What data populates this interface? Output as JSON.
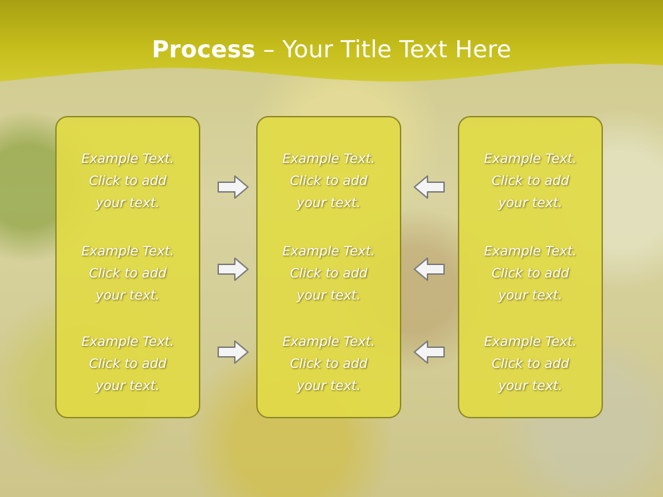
{
  "title": {
    "bold": "Process",
    "rest": " – Your Title Text Here"
  },
  "colors": {
    "header": "#c8c020",
    "box": "#e1da46",
    "box_border": "#8f8a2a",
    "arrow_fill": "#f4f4f4",
    "arrow_stroke": "#7a7a7a"
  },
  "columns": [
    {
      "items": [
        [
          "Example Text.",
          "Click  to add",
          "your text."
        ],
        [
          "Example Text.",
          "Click  to add",
          "your text."
        ],
        [
          "Example Text.",
          "Click  to add",
          "your text."
        ]
      ]
    },
    {
      "items": [
        [
          "Example Text.",
          "Click  to add",
          "your text."
        ],
        [
          "Example Text.",
          "Click  to add",
          "your text."
        ],
        [
          "Example Text.",
          "Click  to add",
          "your text."
        ]
      ]
    },
    {
      "items": [
        [
          "Example Text.",
          "Click  to add",
          "your text."
        ],
        [
          "Example Text.",
          "Click  to add",
          "your text."
        ],
        [
          "Example Text.",
          "Click  to add",
          "your text."
        ]
      ]
    }
  ],
  "arrows": {
    "left_group": "right-arrow-icon",
    "right_group": "left-arrow-icon"
  }
}
